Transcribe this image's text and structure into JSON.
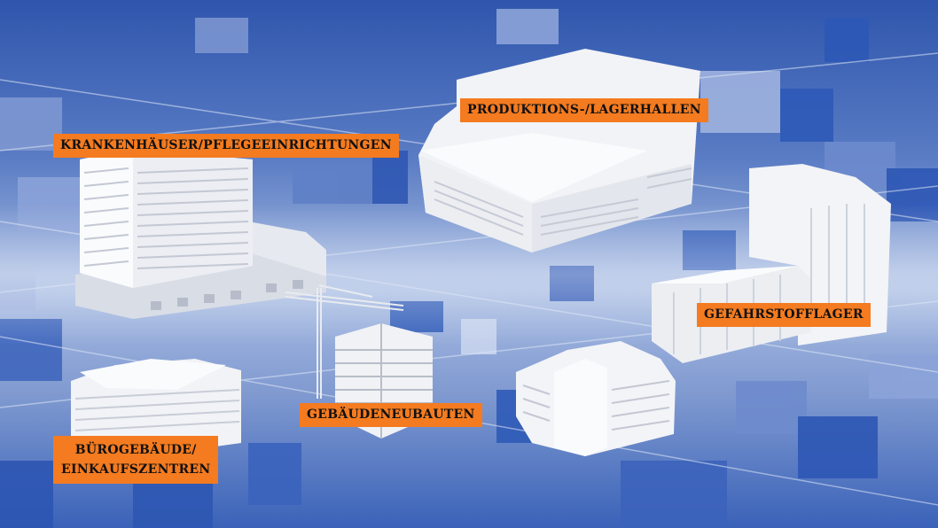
{
  "labels": {
    "krankenhaeuser": "KRANKENHÄUSER/PFLEGEEINRICHTUNGEN",
    "produktion": "PRODUKTIONS-/LAGERHALLEN",
    "gefahrstoff": "GEFAHRSTOFFLAGER",
    "neubauten": "GEBÄUDENEUBAUTEN",
    "buero_line1": "BÜROGEBÄUDE/",
    "buero_line2": "EINKAUFSZENTREN"
  },
  "colors": {
    "label_background": "#f47b20",
    "scene_blue": "#3c5fb0",
    "building_white": "#f4f5f7"
  }
}
